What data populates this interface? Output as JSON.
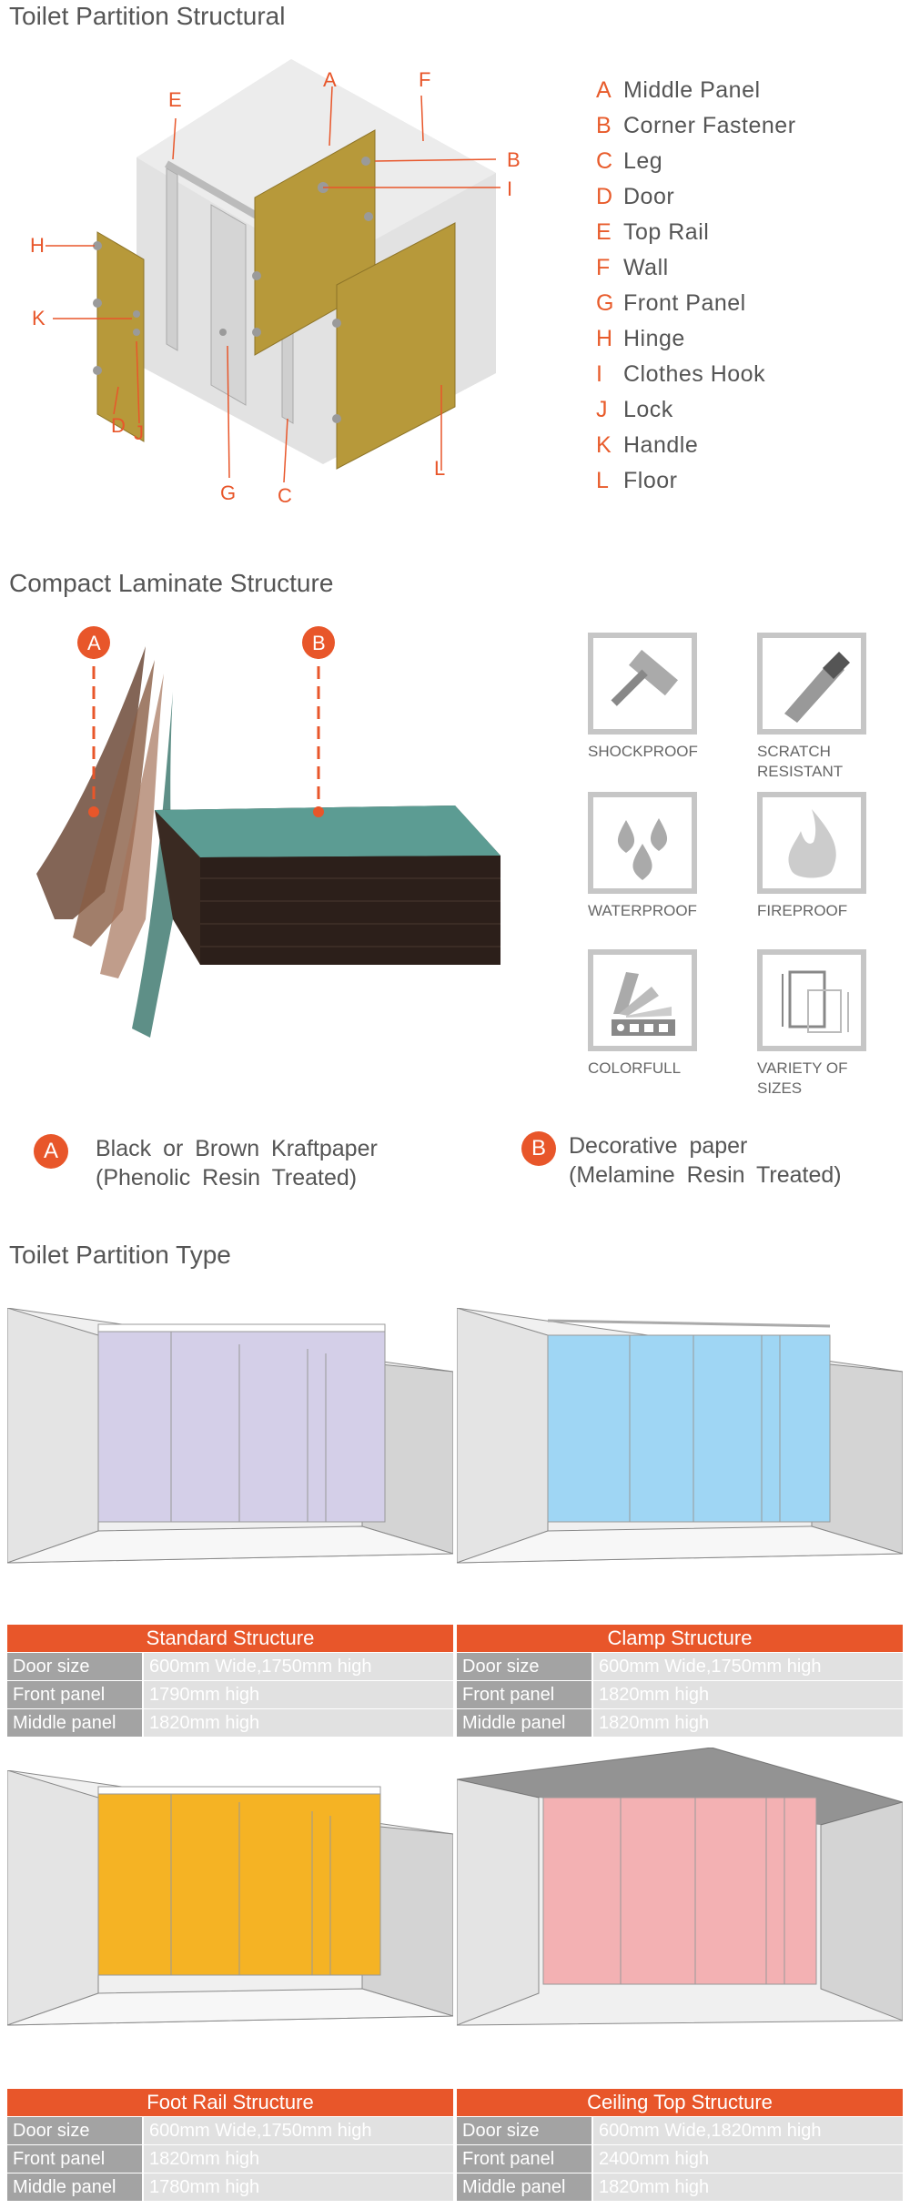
{
  "section1": {
    "title": "Toilet Partition Structural",
    "parts": [
      {
        "letter": "A",
        "name": "Middle  Panel"
      },
      {
        "letter": "B",
        "name": "Corner  Fastener"
      },
      {
        "letter": "C",
        "name": "Leg"
      },
      {
        "letter": "D",
        "name": "Door"
      },
      {
        "letter": "E",
        "name": "Top  Rail"
      },
      {
        "letter": "F",
        "name": "Wall"
      },
      {
        "letter": "G",
        "name": "Front  Panel"
      },
      {
        "letter": "H",
        "name": "Hinge"
      },
      {
        "letter": "I",
        "name": " Clothes  Hook"
      },
      {
        "letter": "J",
        "name": "Lock"
      },
      {
        "letter": "K",
        "name": "Handle"
      },
      {
        "letter": "L",
        "name": "Floor"
      }
    ],
    "callouts": {
      "A": "A",
      "B": "B",
      "C": "C",
      "D": "D",
      "E": "E",
      "F": "F",
      "G": "G",
      "H": "H",
      "I": "I",
      "J": "J",
      "K": "K",
      "L": "L"
    }
  },
  "section2": {
    "title": "Compact Laminate Structure",
    "badge_a": "A",
    "badge_b": "B",
    "features": [
      {
        "icon": "hammer-icon",
        "caption": "SHOCKPROOF"
      },
      {
        "icon": "blade-icon",
        "caption": "SCRATCH RESISTANT"
      },
      {
        "icon": "water-drops-icon",
        "caption": "WATERPROOF"
      },
      {
        "icon": "flame-icon",
        "caption": "FIREPROOF"
      },
      {
        "icon": "color-swatch-icon",
        "caption": "COLORFULL"
      },
      {
        "icon": "size-frame-icon",
        "caption": "VARIETY  OF SIZES"
      }
    ],
    "legend": [
      {
        "letter": "A",
        "line1": "Black  or  Brown  Kraftpaper",
        "line2": "(Phenolic  Resin  Treated)"
      },
      {
        "letter": "B",
        "line1": "Decorative  paper",
        "line2": "(Melamine  Resin  Treated)"
      }
    ]
  },
  "section3": {
    "title": "Toilet Partition Type",
    "types": [
      {
        "name": "Standard Structure",
        "color": "#d4cfe8",
        "rows": [
          [
            "Door size",
            "600mm Wide,1750mm high"
          ],
          [
            "Front panel",
            "1790mm high"
          ],
          [
            "Middle panel",
            "1820mm high"
          ]
        ]
      },
      {
        "name": "Clamp Structure",
        "color": "#9fd6f4",
        "rows": [
          [
            "Door size",
            "600mm Wide,1750mm high"
          ],
          [
            "Front panel",
            "1820mm high"
          ],
          [
            "Middle panel",
            "1820mm high"
          ]
        ]
      },
      {
        "name": "Foot Rail Structure",
        "color": "#f5b324",
        "rows": [
          [
            "Door size",
            "600mm Wide,1750mm high"
          ],
          [
            "Front panel",
            "1820mm high"
          ],
          [
            "Middle panel",
            "1780mm high"
          ]
        ]
      },
      {
        "name": "Ceiling Top Structure",
        "color": "#f3b1b3",
        "rows": [
          [
            "Door size",
            "600mm Wide,1820mm high"
          ],
          [
            "Front panel",
            "2400mm high"
          ],
          [
            "Middle panel",
            "1820mm high"
          ]
        ]
      }
    ]
  },
  "colors": {
    "accent": "#e8562a",
    "panel": "#b7993a"
  }
}
